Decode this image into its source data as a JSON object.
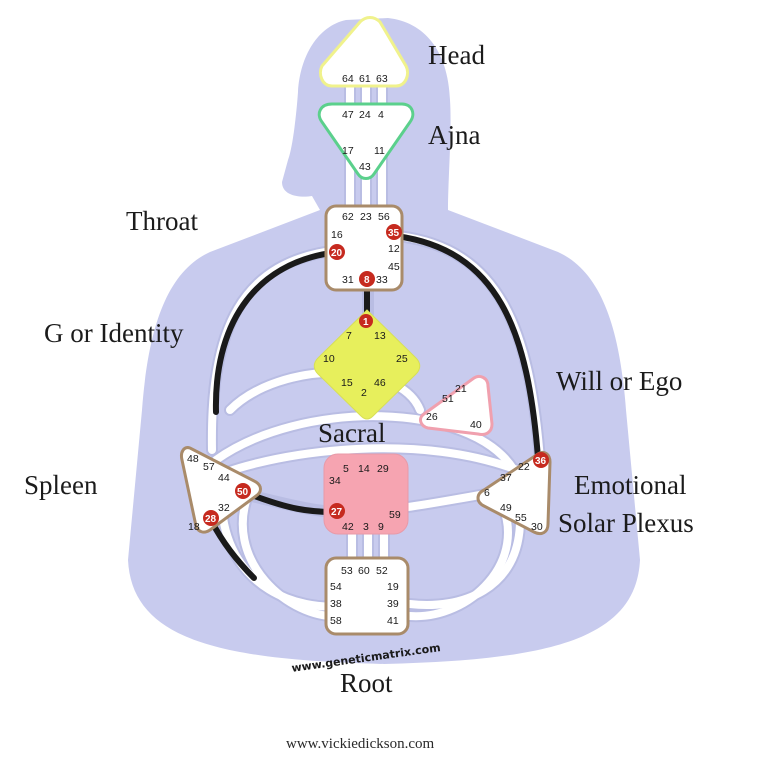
{
  "colors": {
    "silhouette": "#c8cbee",
    "channel": "#ffffff",
    "channel_edge": "#b9bde3",
    "active_channel": "#1a1a1a",
    "active_gate": "#c62a1f",
    "center_border": "#a98b6a",
    "head": "#f0f28c",
    "ajna": "#5bd08c",
    "g_fill": "#e7ef5c",
    "sacral_fill": "#f6a4b1",
    "will_border": "#f0a0ae"
  },
  "labels": {
    "head": "Head",
    "ajna": "Ajna",
    "throat": "Throat",
    "g": "G or Identity",
    "will": "Will or Ego",
    "sacral": "Sacral",
    "spleen": "Spleen",
    "emotional_1": "Emotional",
    "emotional_2": "Solar Plexus",
    "root": "Root"
  },
  "watermark": "www.geneticmatrix.com",
  "footer": "www.vickiedickson.com",
  "gates": {
    "head": [
      "64",
      "61",
      "63"
    ],
    "ajna": [
      "47",
      "24",
      "4",
      "17",
      "11",
      "43"
    ],
    "throat": [
      "62",
      "23",
      "56",
      "16",
      "35",
      "20",
      "12",
      "45",
      "31",
      "8",
      "33"
    ],
    "g": [
      "1",
      "7",
      "13",
      "10",
      "25",
      "15",
      "46",
      "2"
    ],
    "will": [
      "21",
      "51",
      "26",
      "40"
    ],
    "sacral": [
      "5",
      "14",
      "29",
      "34",
      "27",
      "59",
      "42",
      "3",
      "9"
    ],
    "spleen": [
      "48",
      "57",
      "44",
      "50",
      "32",
      "28",
      "18"
    ],
    "emotional": [
      "36",
      "22",
      "37",
      "6",
      "49",
      "55",
      "30"
    ],
    "root": [
      "53",
      "60",
      "52",
      "54",
      "19",
      "38",
      "39",
      "58",
      "41"
    ]
  },
  "active_gates": [
    "35",
    "20",
    "8",
    "1",
    "50",
    "28",
    "27",
    "36"
  ]
}
